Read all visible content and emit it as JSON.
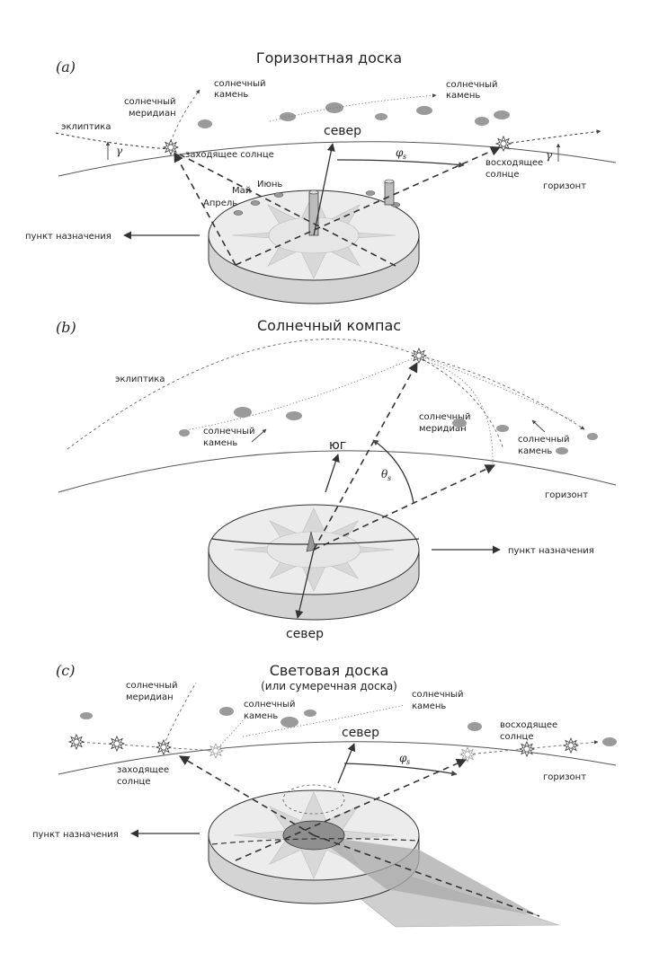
{
  "panel_a": {
    "letter": "(a)",
    "title": "Горизонтная доска",
    "ecliptic": "эклиптика",
    "solar_meridian_1": "солнечный",
    "solar_meridian_2": "меридиан",
    "sunstone_left_1": "солнечный",
    "sunstone_left_2": "камень",
    "sunstone_right_1": "солнечный",
    "sunstone_right_2": "камень",
    "north": "север",
    "setting_sun": "заходящее солнце",
    "rising_sun_1": "восходящее",
    "rising_sun_2": "солнце",
    "horizon": "горизонт",
    "may": "Май",
    "june": "Июнь",
    "april": "Апрель",
    "destination": "пункт назначения",
    "gamma": "γ",
    "phi": "φ",
    "phi_sub": "s"
  },
  "panel_b": {
    "letter": "(b)",
    "title": "Солнечный компас",
    "ecliptic": "эклиптика",
    "sunstone_left_1": "солнечный",
    "sunstone_left_2": "камень",
    "solar_meridian_1": "солнечный",
    "solar_meridian_2": "меридиан",
    "sunstone_right_1": "солнечный",
    "sunstone_right_2": "камень",
    "south": "юг",
    "theta": "θ",
    "theta_sub": "s",
    "horizon": "горизонт",
    "destination": "пункт назначения",
    "north": "север"
  },
  "panel_c": {
    "letter": "(c)",
    "title": "Световая доска",
    "subtitle": "(или сумеречная доска)",
    "solar_meridian_1": "солнечный",
    "solar_meridian_2": "меридиан",
    "sunstone_mid_1": "солнечный",
    "sunstone_mid_2": "камень",
    "sunstone_right_1": "солнечный",
    "sunstone_right_2": "камень",
    "north": "север",
    "rising_sun_1": "восходящее",
    "rising_sun_2": "солнце",
    "setting_sun_1": "заходящее",
    "setting_sun_2": "солнце",
    "horizon": "горизонт",
    "destination": "пункт назначения",
    "phi": "φ",
    "phi_sub": "s"
  },
  "colors": {
    "ink": "#333333",
    "cloud": "#9a9a9a",
    "disc_top": "#ececec",
    "disc_side": "#d4d4d4",
    "star": "#c9c9c9",
    "shadow": "#bdbdbd"
  }
}
